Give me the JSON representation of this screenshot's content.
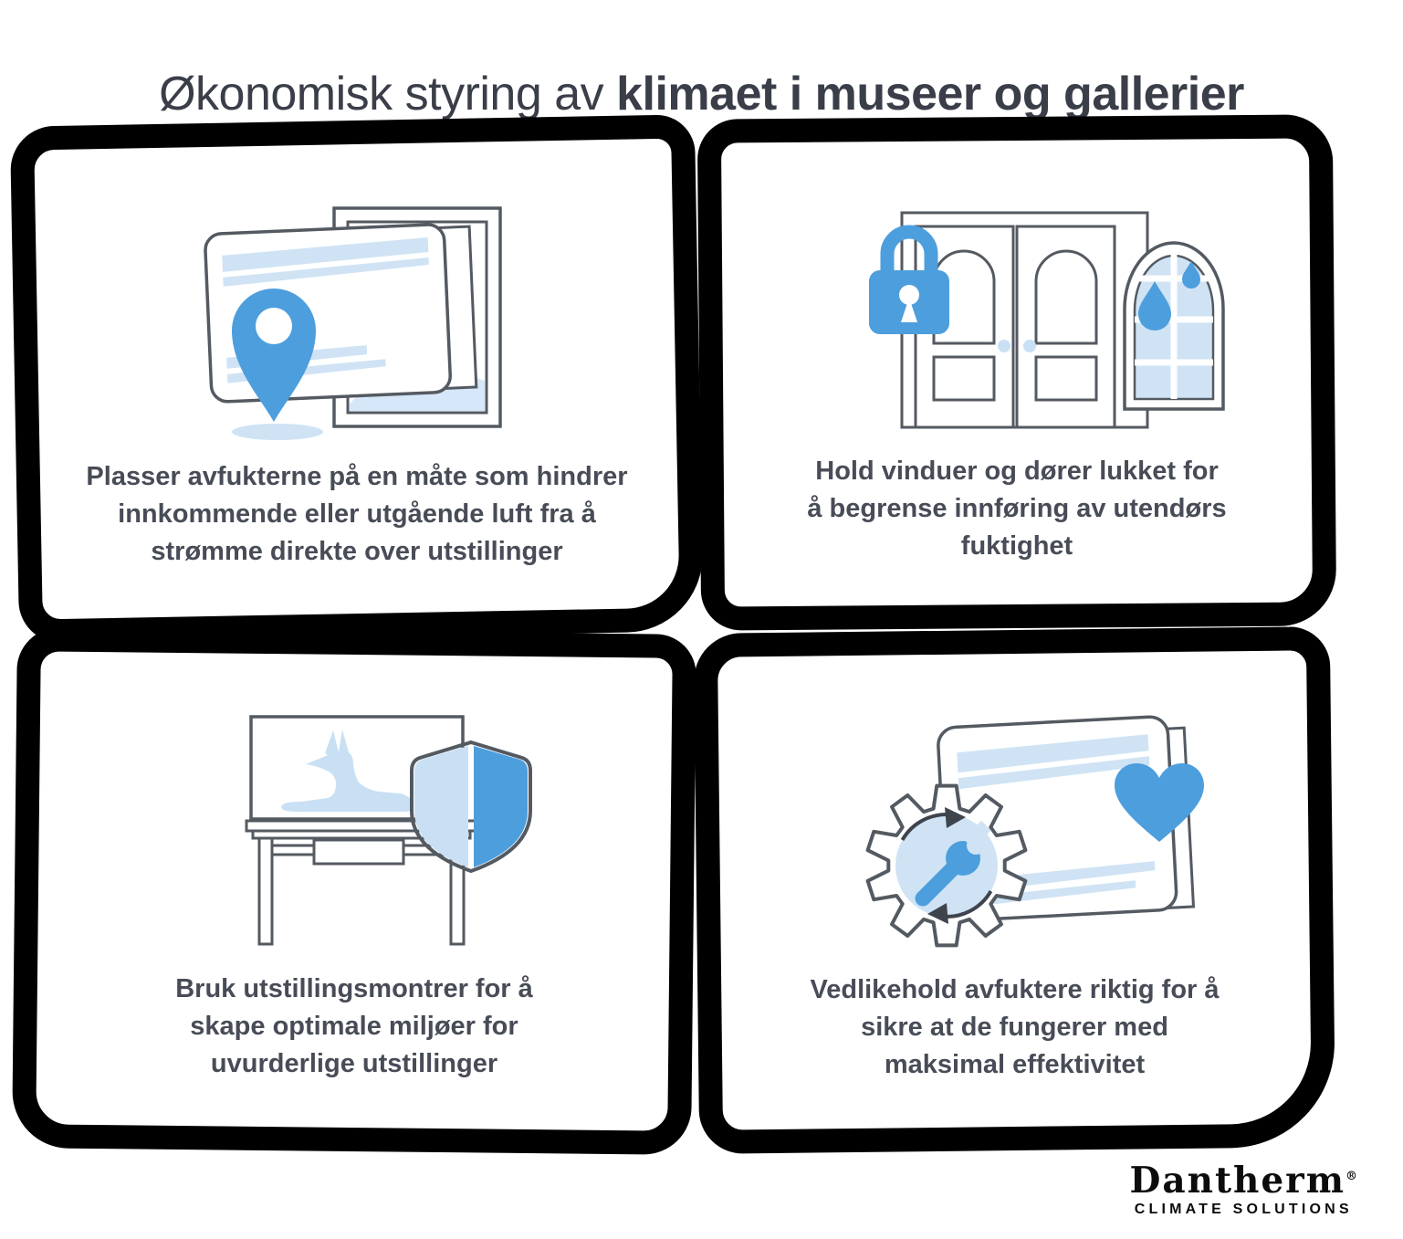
{
  "title": {
    "light": "Økonomisk styring av ",
    "bold": "klimaet i museer og gallerier"
  },
  "panels": [
    {
      "name": "placement",
      "icon": "dehumidifier-location-pin-frame-icon",
      "caption": "Plasser avfukterne på en måte som hindrer\ninnkommende eller utgående luft fra å\nstrømme direkte over utstillinger"
    },
    {
      "name": "doors-windows",
      "icon": "locked-doors-window-drops-icon",
      "caption": "Hold vinduer og dører lukket for\nå begrense innføring av utendørs\nfuktighet"
    },
    {
      "name": "display-cases",
      "icon": "display-case-dog-shield-icon",
      "caption": "Bruk utstillingsmontrer for å\nskape optimale miljøer for\nuvurderlige utstillinger"
    },
    {
      "name": "maintenance",
      "icon": "gear-wrench-dehumidifier-heart-icon",
      "caption": "Vedlikehold avfuktere riktig for å\nsikre at de fungerer med\nmaksimal effektivitet"
    }
  ],
  "logo": {
    "brand": "Dantherm",
    "registered": "®",
    "tagline": "CLIMATE SOLUTIONS"
  },
  "colors": {
    "accent_blue": "#4d9edd",
    "light_blue": "#cfe3f5",
    "icon_outline": "#545a61",
    "title_text": "#3a3e49",
    "caption_text": "#474c57",
    "frame_black": "#000000"
  }
}
